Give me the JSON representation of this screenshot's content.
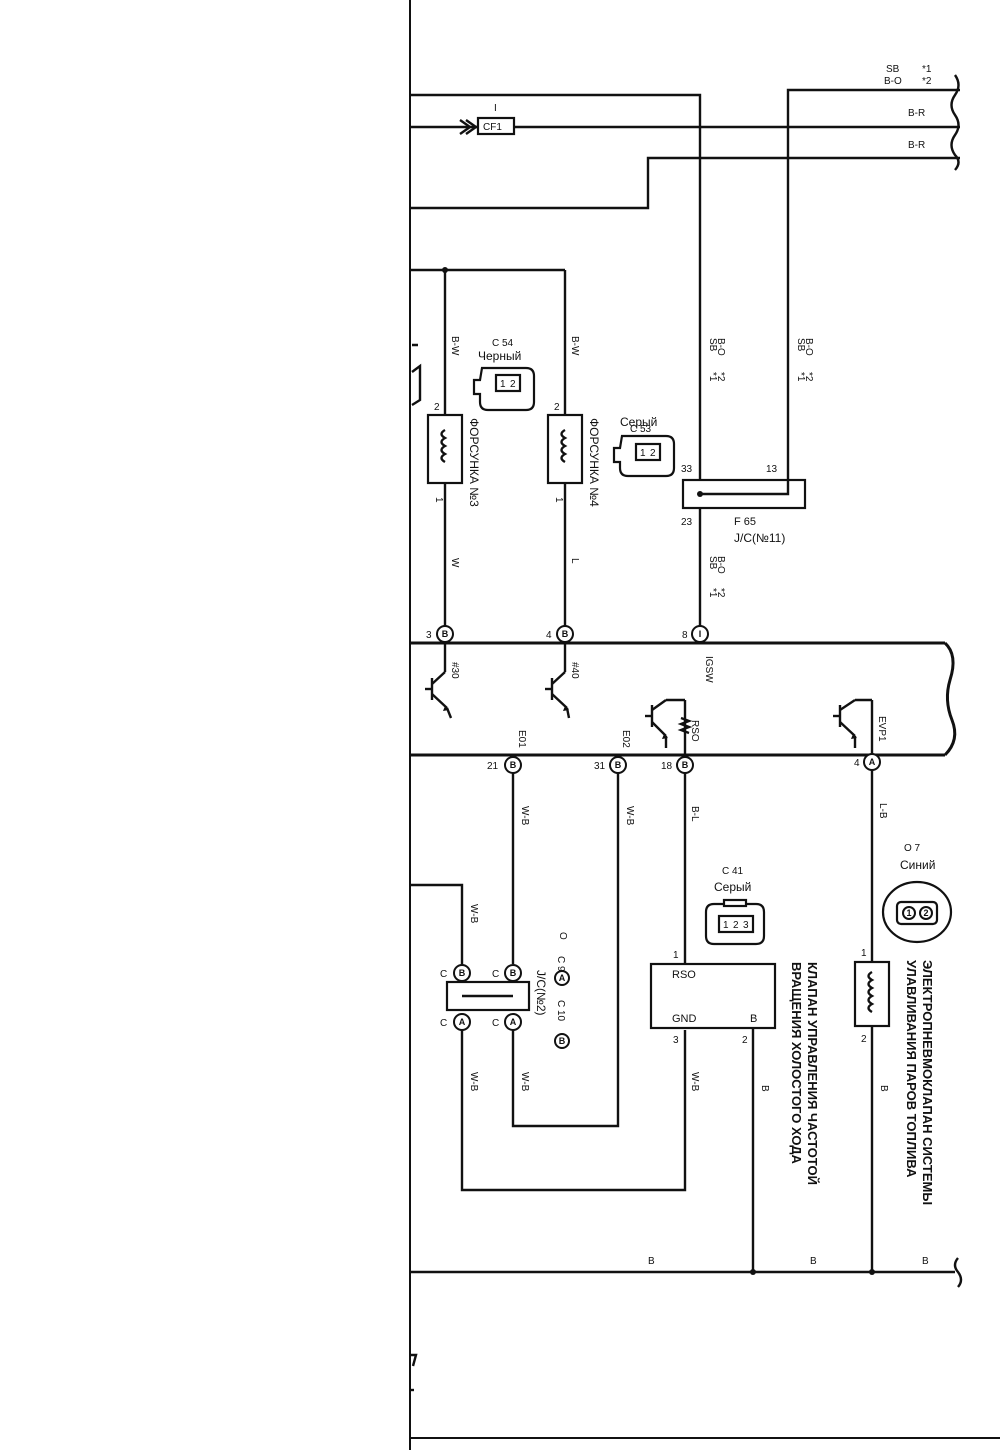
{
  "top_wires": {
    "sb": "SB",
    "bo": "B-O",
    "n1": "*1",
    "n2": "*2",
    "br1": "B-R",
    "br2": "B-R",
    "i_label": "I",
    "cf_label": "CF1"
  },
  "injector3": {
    "title": "ФОРСУНКА №3",
    "wire_top": "B-W",
    "wire_bottom": "W",
    "pin_top": "2",
    "pin_bottom": "1",
    "ecu_pin": "3",
    "ecu_conn": "B",
    "ecu_signal": "#30"
  },
  "injector4": {
    "title": "ФОРСУНКА №4",
    "wire_top": "B-W",
    "wire_bottom": "L",
    "pin_top": "2",
    "pin_bottom": "1",
    "ecu_pin": "4",
    "ecu_conn": "B",
    "ecu_signal": "#40"
  },
  "connector_c54": {
    "id": "C 54",
    "color": "Черный",
    "p1": "1",
    "p2": "2"
  },
  "connector_c53": {
    "id": "C 53",
    "color": "Серый",
    "p1": "1",
    "p2": "2"
  },
  "connector_c41": {
    "id": "C 41",
    "color": "Серый",
    "p1": "1",
    "p2": "2",
    "p3": "3"
  },
  "connector_o7": {
    "id": "O 7",
    "color": "Синий",
    "p1": "1",
    "p2": "2"
  },
  "jc11": {
    "id": "F 65",
    "name": "J/C(№11)",
    "pin33": "33",
    "pin13": "13",
    "pin23": "23",
    "wire_left_sb": "SB",
    "wire_left_bo": "B-O",
    "wire_left_n1": "*1",
    "wire_left_n2": "*2",
    "wire_right_sb": "SB",
    "wire_right_bo": "B-O",
    "wire_right_n1": "*1",
    "wire_right_n2": "*2",
    "wire_bot_sb": "SB",
    "wire_bot_bo": "B-O",
    "wire_bot_n1": "*1",
    "wire_bot_n2": "*2"
  },
  "ecu_top": {
    "igsw_pin": "8",
    "igsw_conn": "I",
    "igsw_label": "IGSW"
  },
  "ecu_bottom": {
    "e01_pin": "21",
    "e01_conn": "B",
    "e01_label": "E01",
    "e02_pin": "31",
    "e02_conn": "B",
    "e02_label": "E02",
    "rso_pin": "18",
    "rso_conn": "B",
    "rso_label": "RSO",
    "evp1_pin": "4",
    "evp1_conn": "A",
    "evp1_label": "EVP1"
  },
  "lower_wires": {
    "wb1": "W-B",
    "wb2": "W-B",
    "bl": "B-L",
    "lb": "L-B",
    "wb3": "W-B",
    "wb4": "W-B",
    "wb5": "W-B",
    "wb6": "W-B",
    "b1": "B",
    "b2": "B",
    "b3": "B",
    "b4": "B",
    "b5": "B"
  },
  "jc2": {
    "name": "J/C(№2)",
    "c": "C",
    "conn_b": "B",
    "conn_a": "A",
    "ref_c9": "C 9",
    "ref_c10": "C 10",
    "ref_a": "A",
    "ref_b": "B",
    "ref_o": "O"
  },
  "idle_valve": {
    "title_line1": "КЛАПАН УПРАВЛЕНИЯ ЧАСТОТОЙ",
    "title_line2": "ВРАЩЕНИЯ ХОЛОСТОГО ХОДА",
    "rso": "RSO",
    "gnd": "GND",
    "b": "B",
    "pin1": "1",
    "pin3": "3",
    "pin2": "2"
  },
  "evap_valve": {
    "title_line1": "ЭЛЕКТРОПНЕВМОКЛАПАН СИСТЕМЫ",
    "title_line2": "УЛАВЛИВАНИЯ ПАРОВ ТОПЛИВА",
    "pin1": "1",
    "pin2": "2"
  }
}
